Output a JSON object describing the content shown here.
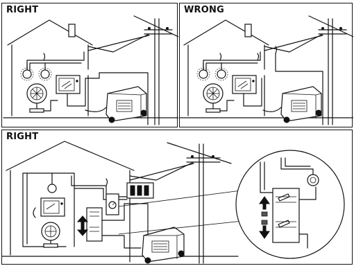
{
  "panels": [
    {
      "title": "RIGHT"
    },
    {
      "title": "WRONG"
    },
    {
      "title": "RIGHT"
    }
  ],
  "colors": {
    "line": "#111111",
    "background": "#ffffff"
  },
  "icons": [
    "house-icon",
    "utility-pole-icon",
    "light-bulb-icon",
    "television-icon",
    "fan-icon",
    "generator-icon",
    "transfer-switch-icon",
    "breaker-panel-icon",
    "magnifier-icon",
    "arrow-up-icon",
    "arrow-down-icon"
  ]
}
